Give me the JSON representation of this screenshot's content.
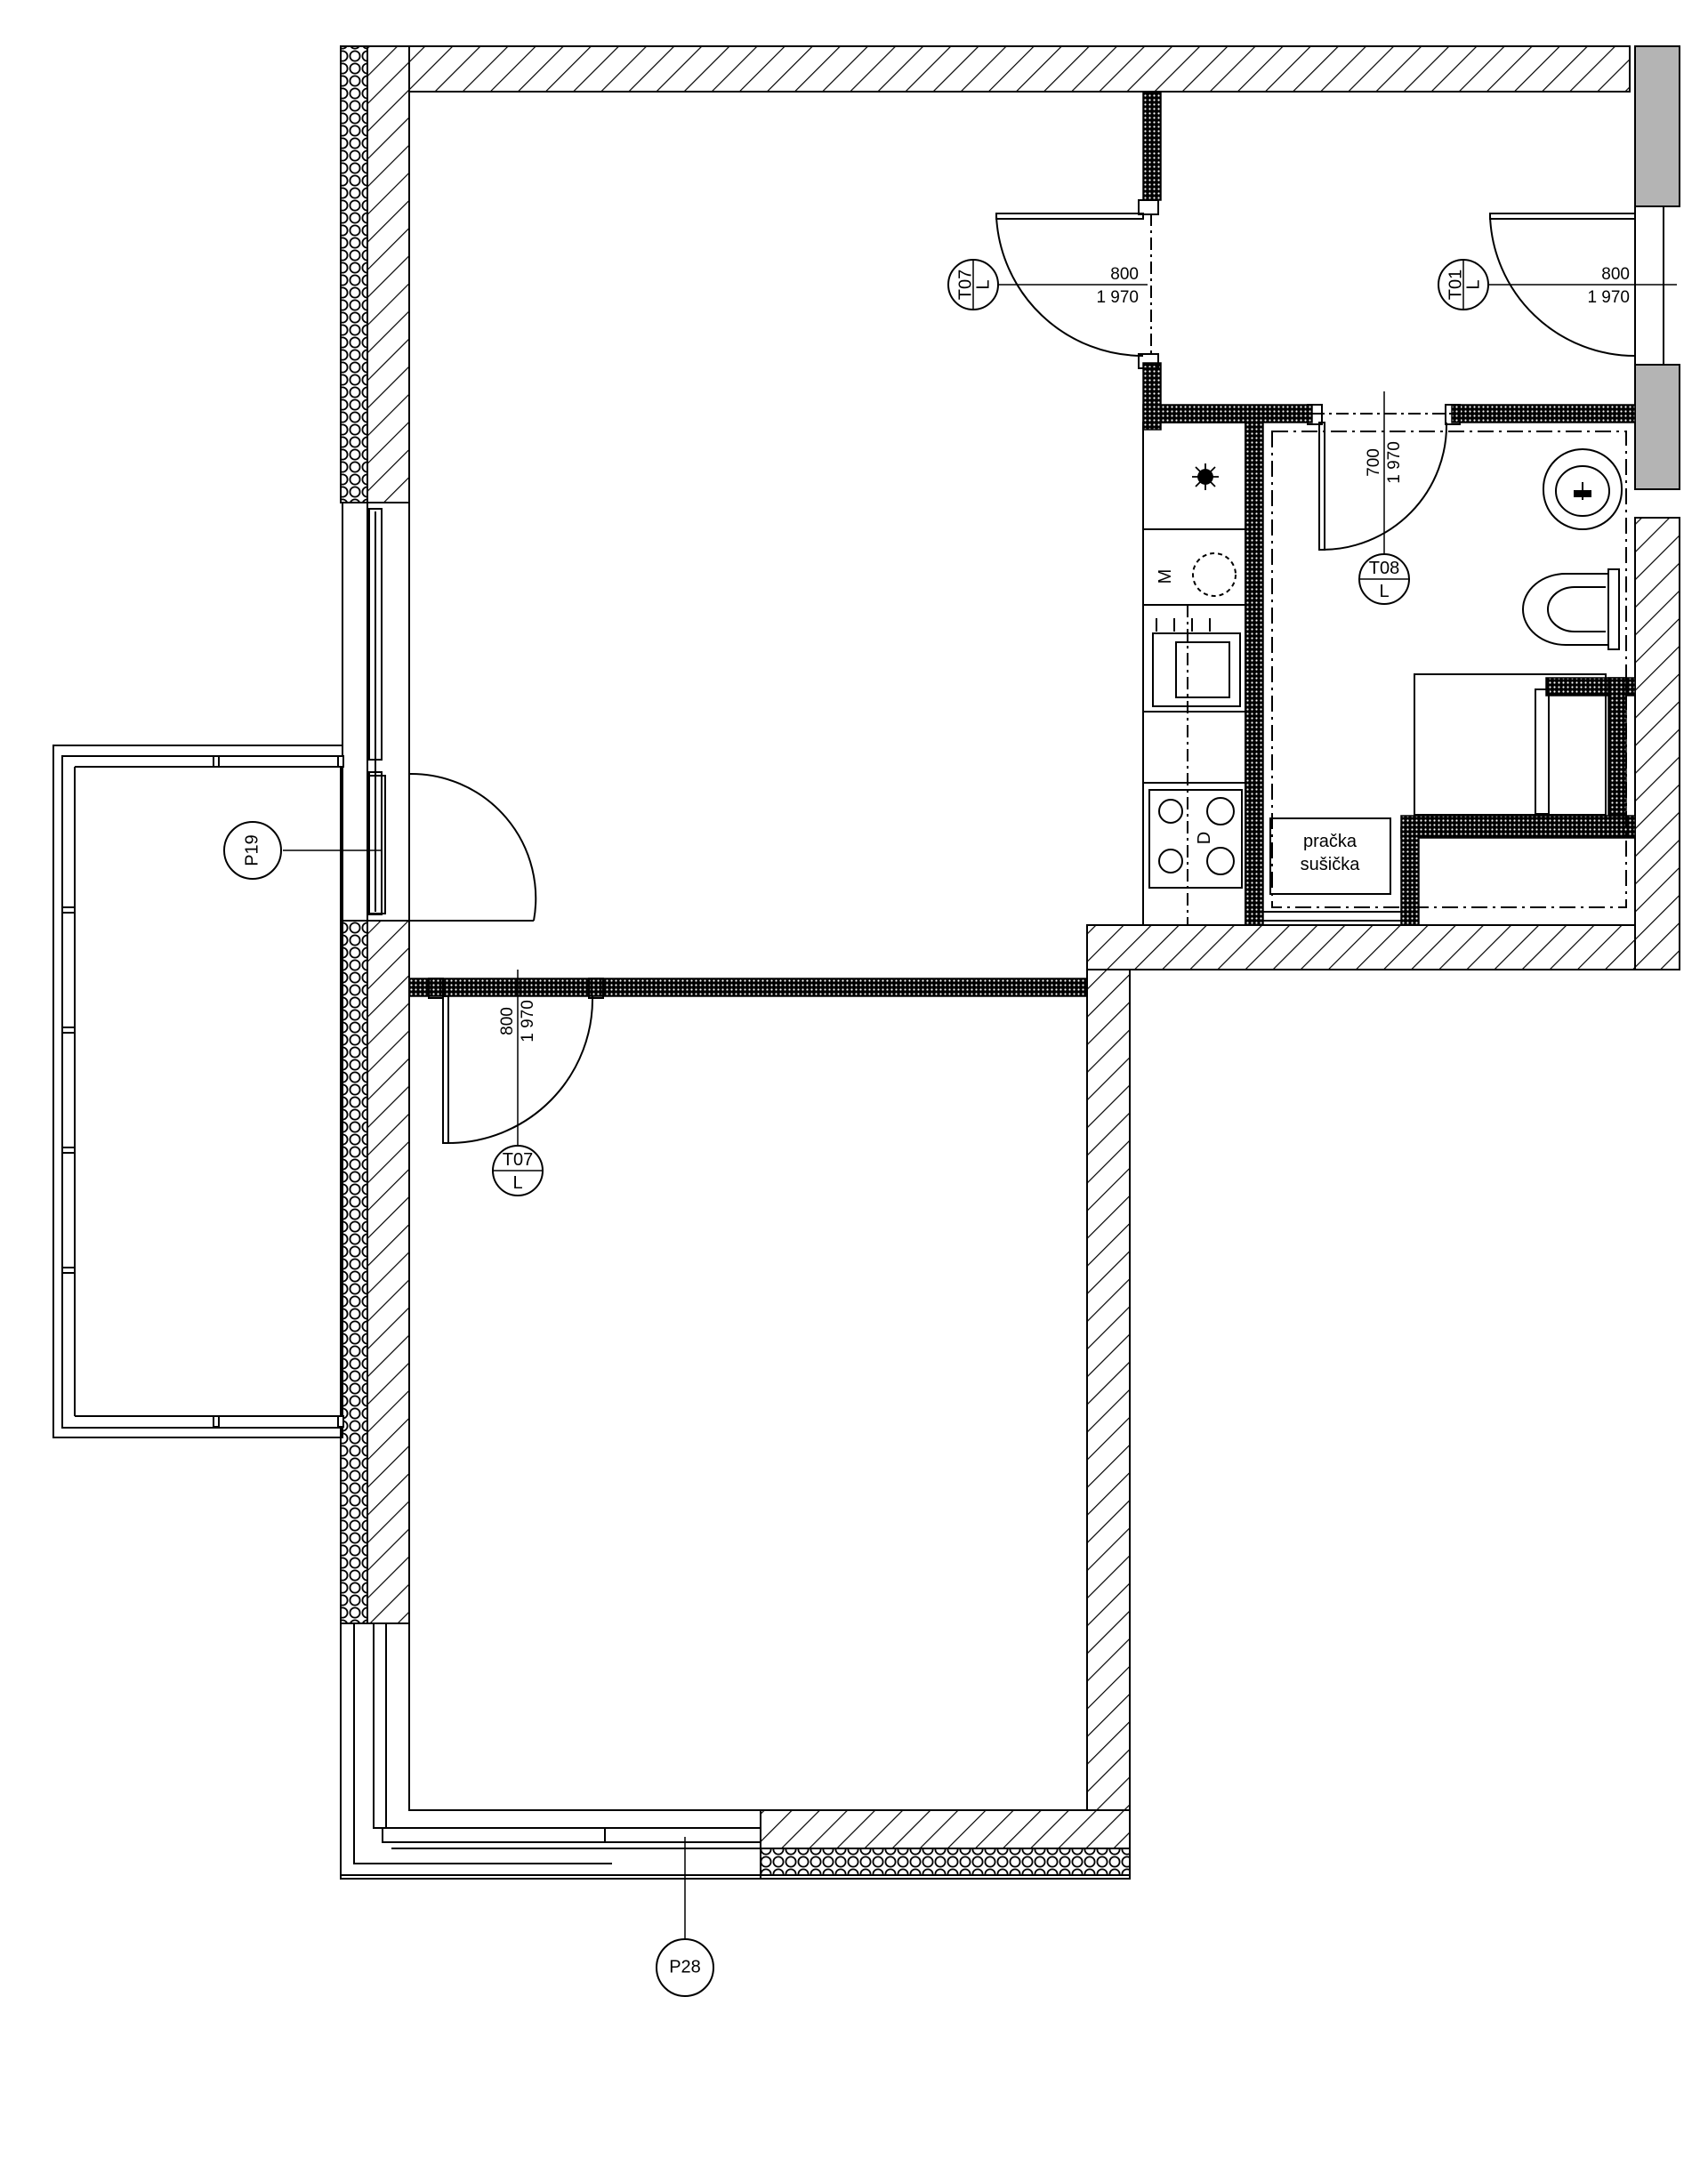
{
  "doors": [
    {
      "tag": "T07",
      "handing": "L",
      "width": "800",
      "height": "1 970"
    },
    {
      "tag": "T01",
      "handing": "L",
      "width": "800",
      "height": "1 970"
    },
    {
      "tag": "T08",
      "handing": "L",
      "width": "700",
      "height": "1 970"
    },
    {
      "tag": "T07",
      "handing": "L",
      "width": "800",
      "height": "1 970"
    }
  ],
  "windows": [
    {
      "tag": "P19"
    },
    {
      "tag": "P28"
    }
  ],
  "appliances": {
    "washer_dryer_line1": "pračka",
    "washer_dryer_line2": "sušička",
    "microwave_letter": "M",
    "dishwasher_letter": "D"
  },
  "colors": {
    "line": "#000000",
    "background": "#ffffff",
    "neighbour_wall": "#b4b4b4"
  }
}
